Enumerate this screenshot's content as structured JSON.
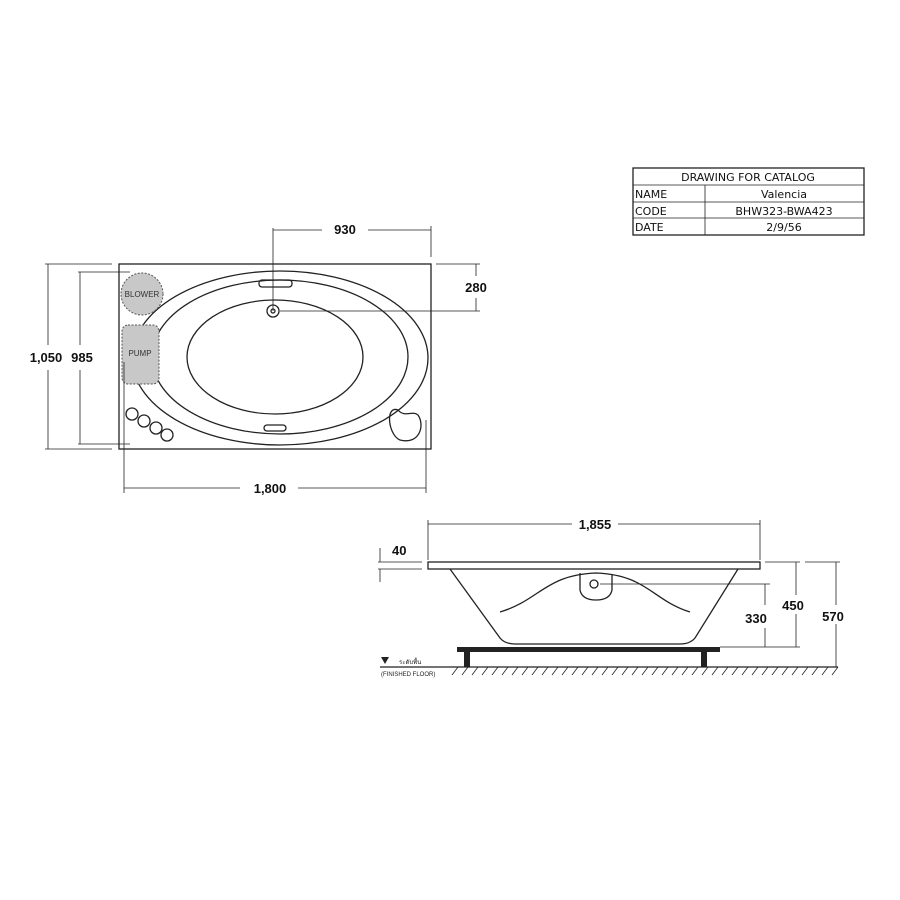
{
  "title_block": {
    "heading": "DRAWING FOR CATALOG",
    "rows": [
      {
        "label": "NAME",
        "value": "Valencia"
      },
      {
        "label": "CODE",
        "value": "BHW323-BWA423"
      },
      {
        "label": "DATE",
        "value": "2/9/56"
      }
    ]
  },
  "plan_view": {
    "dim_drain_x": "930",
    "dim_drain_y": "280",
    "dim_outer_width": "1,050",
    "dim_inner_width": "985",
    "dim_length": "1,800",
    "blower_label": "BLOWER",
    "pump_label": "PUMP"
  },
  "side_view": {
    "dim_length": "1,855",
    "dim_rim": "40",
    "dim_drain_height": "330",
    "dim_depth": "450",
    "dim_total_height": "570",
    "floor_label_thai": "ระดับพื้น",
    "floor_label": "(FINISHED FLOOR)"
  }
}
